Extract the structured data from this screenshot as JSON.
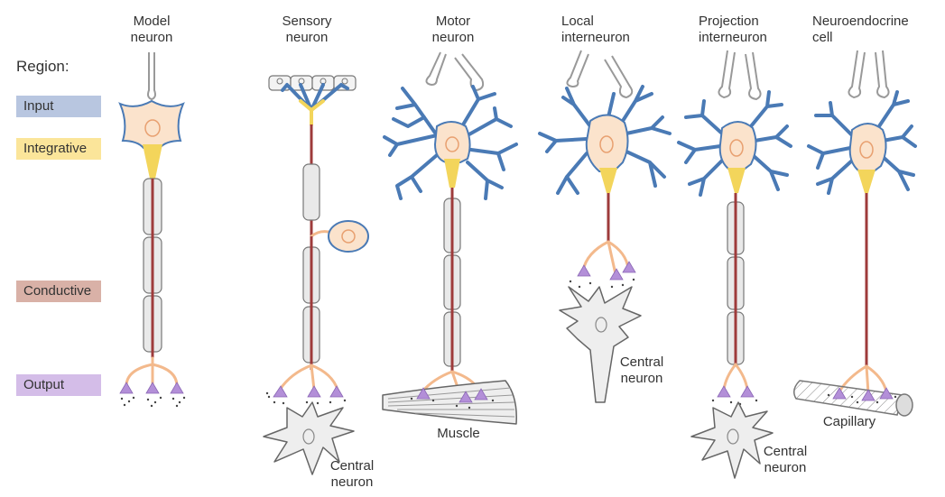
{
  "region_title": "Region:",
  "regions": {
    "input": {
      "label": "Input",
      "color": "#b8c6e0"
    },
    "integrative": {
      "label": "Integrative",
      "color": "#fbe59a"
    },
    "conductive": {
      "label": "Conductive",
      "color": "#d9b1a7"
    },
    "output": {
      "label": "Output",
      "color": "#d4bde8"
    }
  },
  "columns": {
    "model": "Model\nneuron",
    "sensory": "Sensory\nneuron",
    "motor": "Motor\nneuron",
    "local": "Local\ninterneuron",
    "projection": "Projection\ninterneuron",
    "neuroendocrine": "Neuroendocrine\ncell"
  },
  "targets": {
    "sensory_target": "Central\nneuron",
    "motor_target": "Muscle",
    "local_target": "Central\nneuron",
    "projection_target": "Central\nneuron",
    "neuroendocrine_target": "Capillary"
  },
  "colors": {
    "dendrite": "#4a7ab5",
    "soma": "#fbe3cc",
    "axon": "#9e3b3b",
    "axon_hillock": "#f3d55b",
    "myelin": "#e9e9e9",
    "terminal_branch": "#f3b98c",
    "terminal": "#b38fd8",
    "target_cell": "#eeeeee"
  }
}
